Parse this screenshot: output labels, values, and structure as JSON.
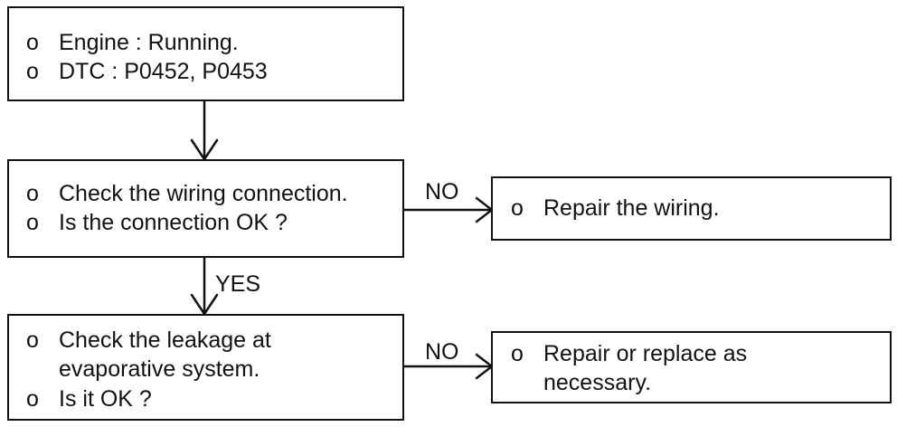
{
  "box1": {
    "bullet": "o",
    "lines": [
      "Engine : Running.",
      "DTC : P0452, P0453"
    ]
  },
  "box2": {
    "bullet": "o",
    "lines": [
      "Check the wiring connection.",
      "Is the connection OK ?"
    ]
  },
  "box3": {
    "bullet": "o",
    "lines": [
      "Check the leakage at",
      "evaporative system.",
      "Is it OK ?"
    ]
  },
  "box4": {
    "bullet": "o",
    "lines": [
      "Repair the wiring."
    ]
  },
  "box5": {
    "bullet": "o",
    "lines": [
      "Repair or replace as",
      "necessary."
    ]
  },
  "labels": {
    "yes": "YES",
    "no1": "NO",
    "no2": "NO"
  }
}
